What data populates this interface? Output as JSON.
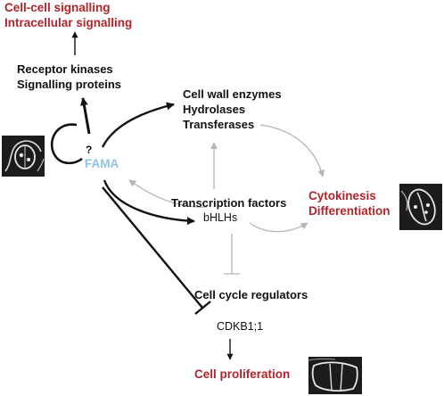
{
  "outputs": {
    "signalling": [
      "Cell-cell signalling",
      "Intracellular signalling"
    ],
    "cytokinesis": [
      "Cytokinesis",
      "Differentiation"
    ],
    "proliferation": "Cell proliferation"
  },
  "targets": {
    "receptor": [
      "Receptor kinases",
      "Signalling proteins"
    ],
    "enzymes": [
      "Cell wall enzymes",
      "Hydrolases",
      "Transferases"
    ],
    "transcription": "Transcription factors",
    "bhlh": "bHLHs",
    "cell_cycle": "Cell cycle regulators",
    "cdkb": "CDKB1;1"
  },
  "regulator": {
    "name": "FAMA",
    "unknown_mark": "?"
  },
  "colors": {
    "fama": "#8ec3e6",
    "output_red": "#b0252a",
    "black_arrow": "#111111",
    "grey_arrow": "#b5b5b5"
  }
}
